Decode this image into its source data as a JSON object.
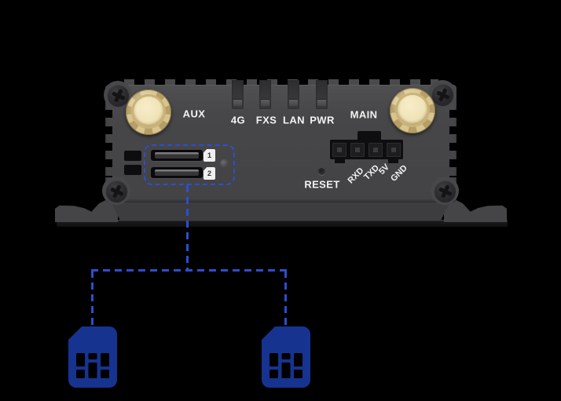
{
  "panel": {
    "antennas": [
      {
        "label": "AUX"
      },
      {
        "label": "MAIN"
      }
    ],
    "leds": [
      {
        "label": "4G"
      },
      {
        "label": "FXS"
      },
      {
        "label": "LAN"
      },
      {
        "label": "PWR"
      }
    ],
    "sim_slots": [
      {
        "tag": "1"
      },
      {
        "tag": "2"
      }
    ],
    "reset": {
      "label": "RESET"
    },
    "serial_pins": [
      {
        "label": "RXD"
      },
      {
        "label": "TXD"
      },
      {
        "label": "5V"
      },
      {
        "label": "GND"
      }
    ]
  },
  "annotation": {
    "dash_color": "#2b4fd0",
    "sim_icon_color": "#16338f",
    "sim_icon_count": 2
  },
  "colors": {
    "background": "#000000",
    "case": "#48484b",
    "connector_gold": "#eadcb0",
    "label_text": "#f2f2f2"
  }
}
